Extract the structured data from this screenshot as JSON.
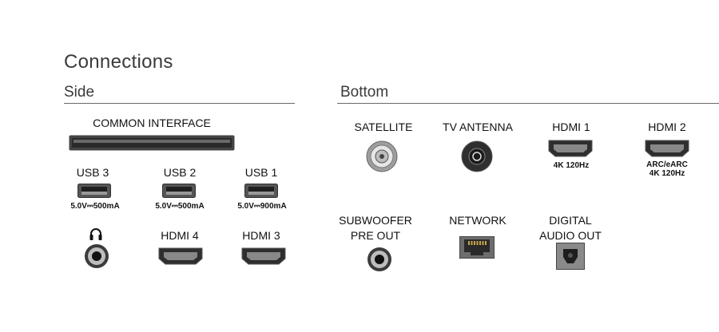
{
  "title": "Connections",
  "side": {
    "heading": "Side",
    "common_interface": "COMMON INTERFACE",
    "usb3": {
      "label": "USB 3",
      "spec": "5.0V⎓500mA"
    },
    "usb2": {
      "label": "USB 2",
      "spec": "5.0V⎓500mA"
    },
    "usb1": {
      "label": "USB 1",
      "spec": "5.0V⎓900mA"
    },
    "hdmi4": "HDMI 4",
    "hdmi3": "HDMI 3",
    "icons": [
      "headphone-icon",
      "audio-jack-icon"
    ]
  },
  "bottom": {
    "heading": "Bottom",
    "satellite": "SATELLITE",
    "tv_antenna": "TV ANTENNA",
    "hdmi1": {
      "label": "HDMI 1",
      "spec": "4K 120Hz"
    },
    "hdmi2": {
      "label": "HDMI 2",
      "spec1": "ARC/eARC",
      "spec2": "4K 120Hz"
    },
    "subwoofer": {
      "line1": "SUBWOOFER",
      "line2": "PRE OUT"
    },
    "network": "NETWORK",
    "digital_audio": {
      "line1": "DIGITAL",
      "line2": "AUDIO OUT"
    }
  }
}
